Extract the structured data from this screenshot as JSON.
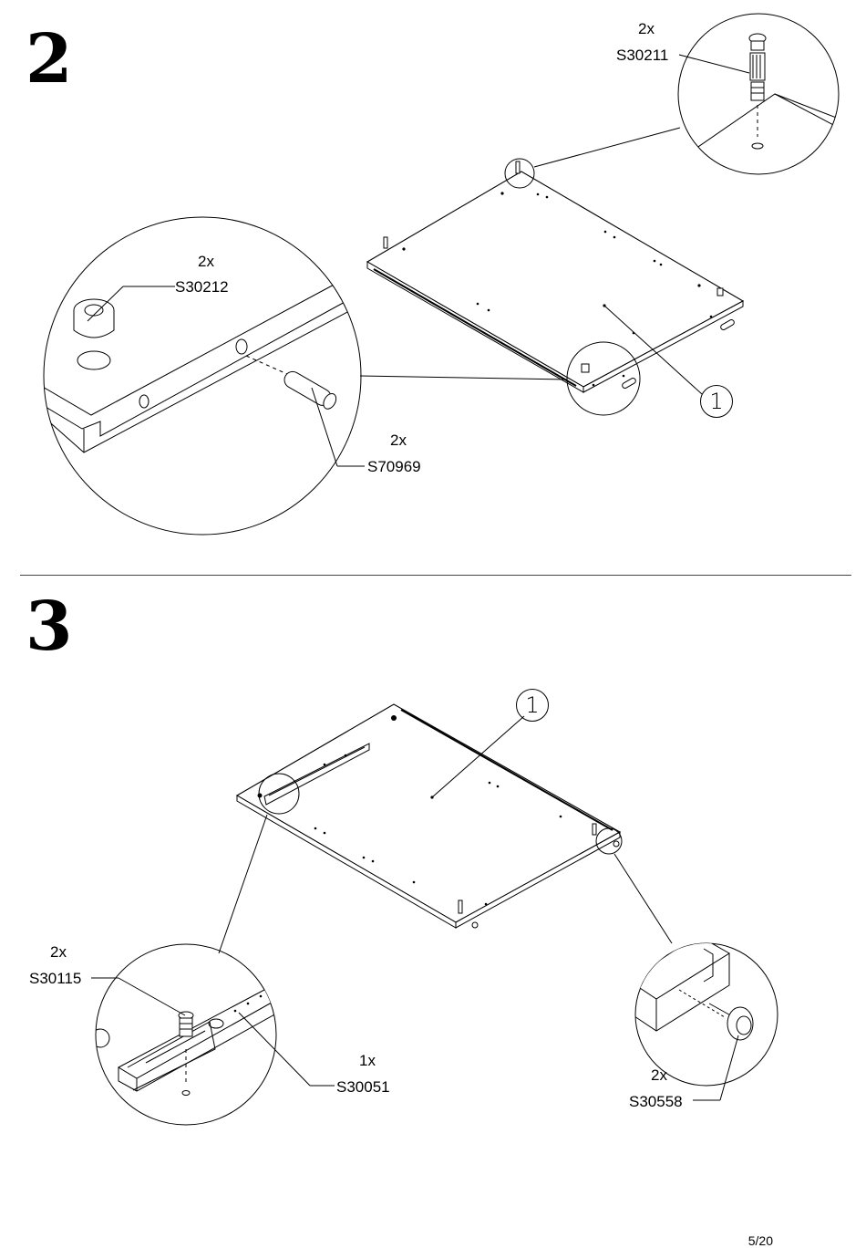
{
  "steps": [
    {
      "number": "2",
      "part_callout": "1",
      "hardware": [
        {
          "qty": "2x",
          "code": "S30211"
        },
        {
          "qty": "2x",
          "code": "S30212"
        },
        {
          "qty": "2x",
          "code": "S70969"
        }
      ]
    },
    {
      "number": "3",
      "part_callout": "1",
      "hardware": [
        {
          "qty": "2x",
          "code": "S30115"
        },
        {
          "qty": "1x",
          "code": "S30051"
        },
        {
          "qty": "2x",
          "code": "S30558"
        }
      ]
    }
  ],
  "page": {
    "number": "5/20"
  }
}
